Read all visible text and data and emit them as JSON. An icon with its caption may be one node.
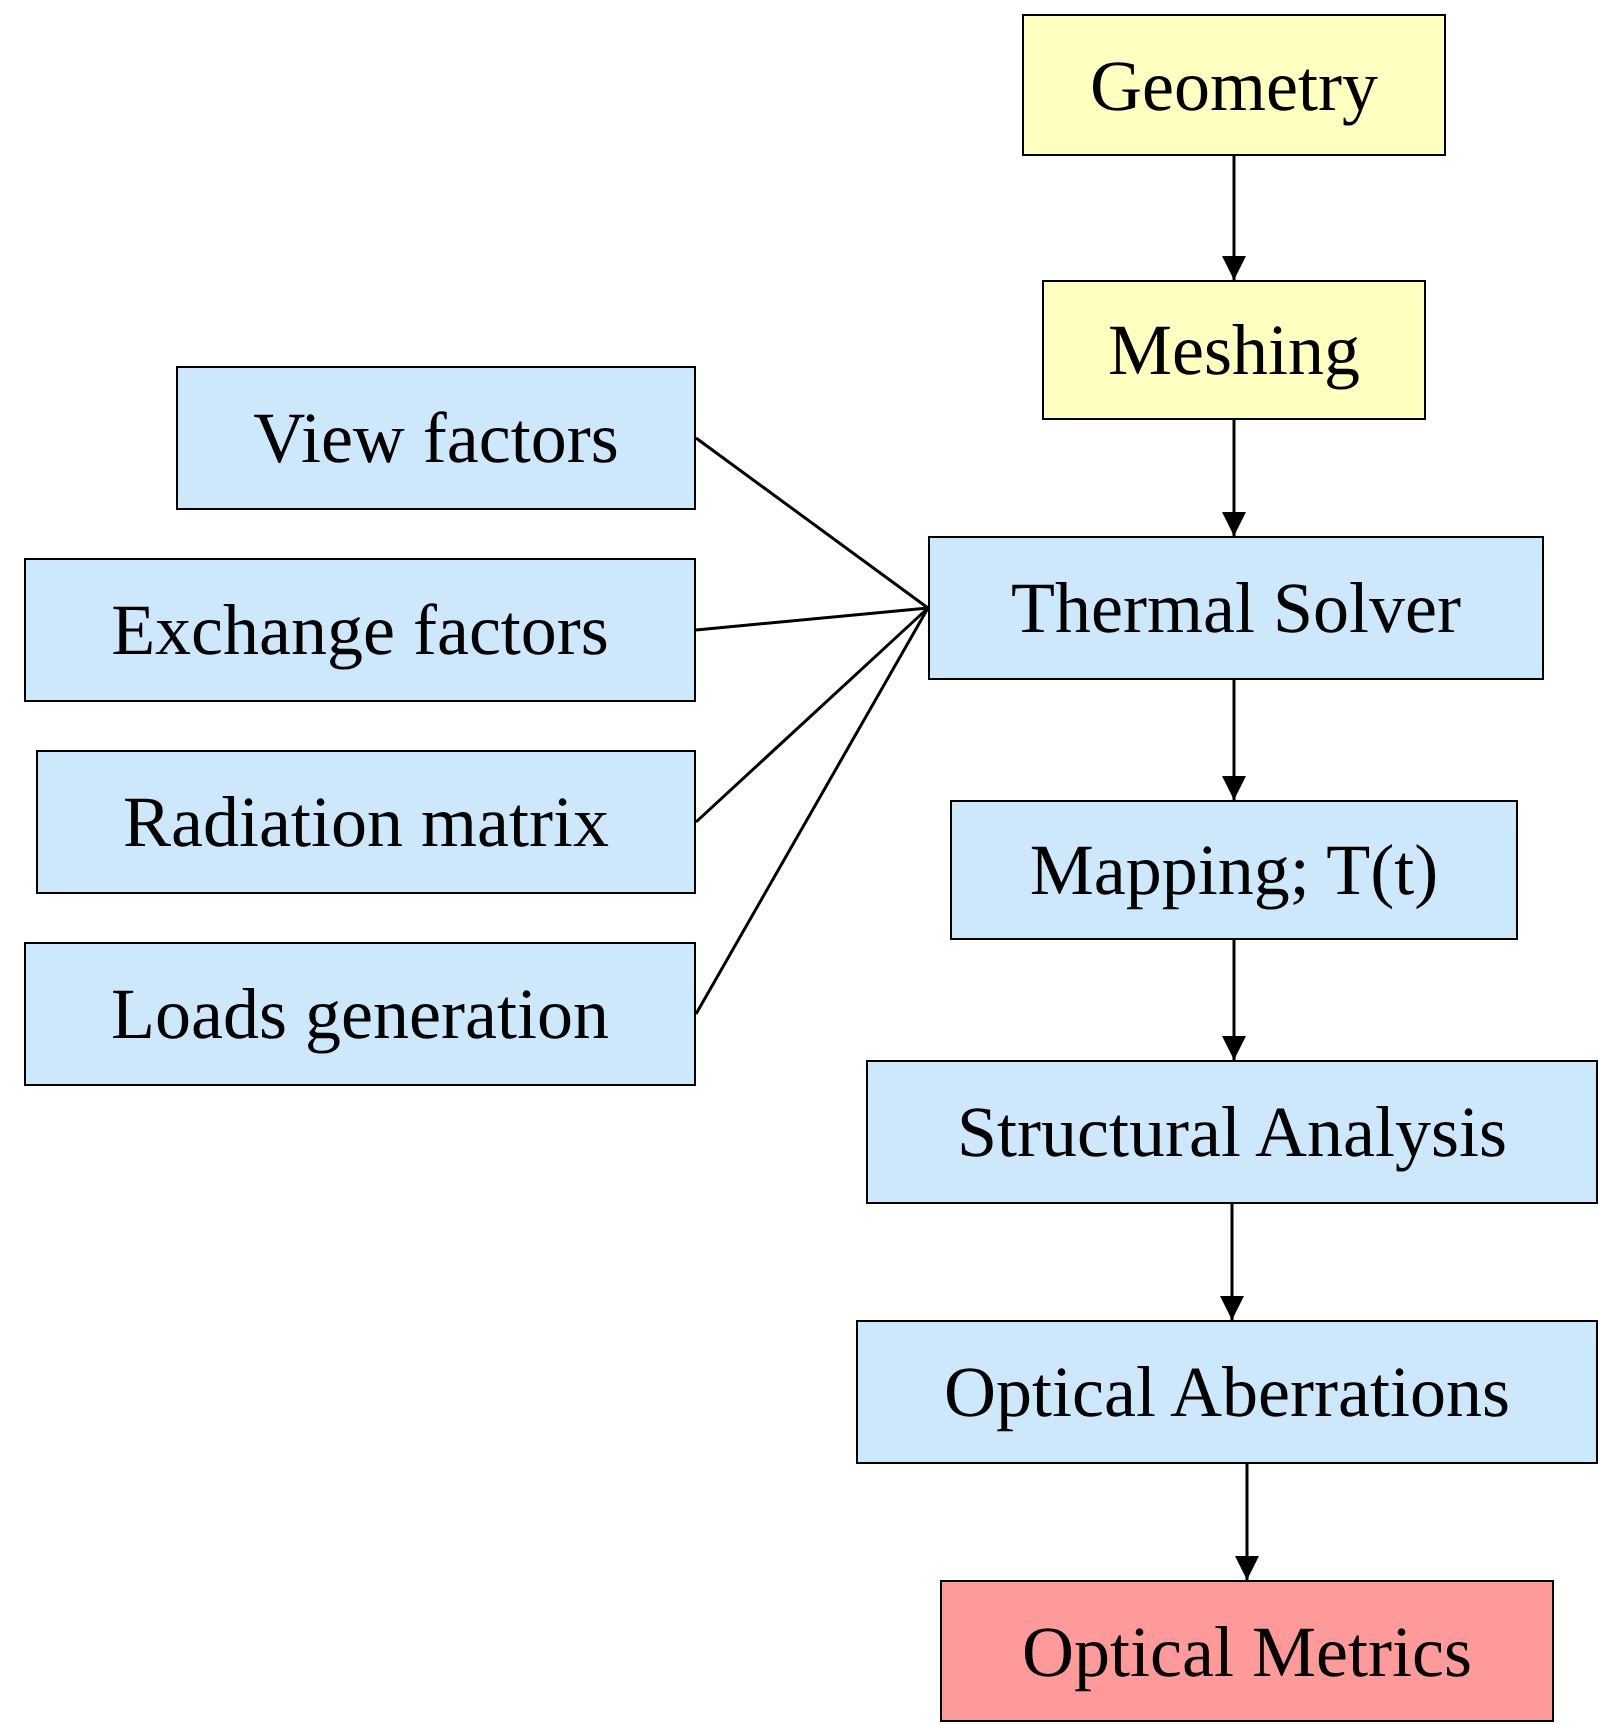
{
  "diagram": {
    "nodes": [
      {
        "text": [
          "Geometry"
        ]
      },
      {
        "text": [
          "Meshing"
        ]
      },
      {
        "text": [
          "View factors"
        ]
      },
      {
        "text": [
          "Exchange factors"
        ]
      },
      {
        "text": [
          "Radiation matrix"
        ]
      },
      {
        "text": [
          "Loads generation"
        ]
      },
      {
        "text": [
          "Thermal Solver"
        ]
      },
      {
        "text": [
          "Mapping; T(t)"
        ]
      },
      {
        "text": [
          "Structural Analysis"
        ]
      },
      {
        "text": [
          "Optical Aberrations"
        ]
      },
      {
        "text": [
          "Optical Metrics"
        ]
      }
    ],
    "edges": [
      {
        "from": 0,
        "to": 1,
        "arrow": "to"
      },
      {
        "from": 1,
        "to": 6,
        "arrow": "to"
      },
      {
        "from": 2,
        "to": 6,
        "arrow": "none"
      },
      {
        "from": 3,
        "to": 6,
        "arrow": "none"
      },
      {
        "from": 4,
        "to": 6,
        "arrow": "none"
      },
      {
        "from": 5,
        "to": 6,
        "arrow": "none"
      },
      {
        "from": 6,
        "to": 7,
        "arrow": "to"
      },
      {
        "from": 7,
        "to": 8,
        "arrow": "to"
      },
      {
        "from": 8,
        "to": 9,
        "arrow": "to"
      },
      {
        "from": 9,
        "to": 10,
        "arrow": "to"
      }
    ]
  }
}
